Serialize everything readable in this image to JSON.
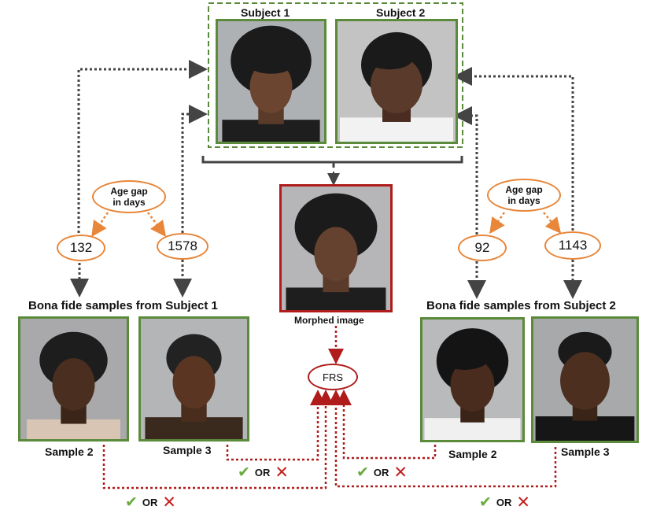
{
  "subject1_label": "Subject 1",
  "subject2_label": "Subject 2",
  "morphed_label": "Morphed image",
  "frs_label": "FRS",
  "age_gap_line1": "Age gap",
  "age_gap_line2": "in days",
  "gaps": {
    "s1_sample2": "132",
    "s1_sample3": "1578",
    "s2_sample2": "92",
    "s2_sample3": "1143"
  },
  "bona_fide_s1": "Bona fide samples from Subject 1",
  "bona_fide_s2": "Bona fide samples from Subject 2",
  "sample2_label": "Sample 2",
  "sample3_label": "Sample 3",
  "or_label": "OR",
  "colors": {
    "green_frame": "#5a8a3a",
    "red_frame": "#b01c1c",
    "orange": "#e8863a",
    "check": "#6aab3c",
    "cross": "#c41e1e"
  },
  "icons": [
    "check-icon",
    "cross-icon"
  ]
}
